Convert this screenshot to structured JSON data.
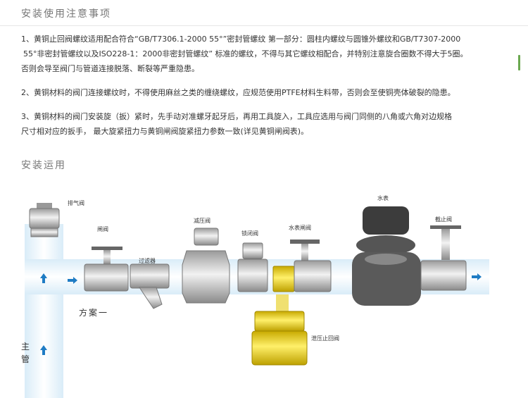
{
  "section1": {
    "title": "安装使用注意事项"
  },
  "paragraphs": [
    {
      "line1": "1、黄铜止回阀螺纹适用配合符合“GB/T7306.1-2000 55°”密封管螺纹 第一部分：圆柱内螺纹与圆锥外螺纹和GB/T7307-2000",
      "line2": "55°非密封管螺纹以及ISO228-1：2000非密封管螺纹” 标准的螺纹，不得与其它螺纹相配合，并特别注意旋合圈数不得大于5圈。",
      "line3": "否则会导至阀门与管道连接脱落、断裂等严重隐患。"
    },
    {
      "line1": "2、黄铜材料的阀门连接螺纹时，不得使用麻丝之类的缠绕螺纹，应规范使用PTFE材料生料带，否则会至使铜壳体破裂的隐患。"
    },
    {
      "line1": "3、黄铜材料的阀门安装旋（扳）紧时，先手动对准螺牙起牙后，再用工具旋入，工具应选用与阀门同侧的八角或六角对边规格",
      "line2": "尺寸相对应的扳手， 最大旋紧扭力与黄铜闸阀旋紧扭力参数一致(详见黄铜闸阀表)。"
    }
  ],
  "section2": {
    "title": "安装运用"
  },
  "diagram": {
    "labels": {
      "air_valve": "排气阀",
      "gate_valve": "闸阀",
      "filter": "过滤器",
      "reducer": "减压阀",
      "lock_valve": "锁闭阀",
      "meter_valve": "水表闸阀",
      "water_meter": "水表",
      "stop_valve": "截止阀",
      "antifreeze_check": "泄压止回阀",
      "plan_one": "方案一",
      "main_pipe_1": "主",
      "main_pipe_2": "管"
    },
    "colors": {
      "pipe": "#ecf6fc",
      "arrow": "#1f7cc4",
      "brass_silver": "#c9c9c9",
      "yellow_valve": "#f5d800",
      "meter_body": "#555555",
      "accent": "#6aa84f"
    }
  }
}
